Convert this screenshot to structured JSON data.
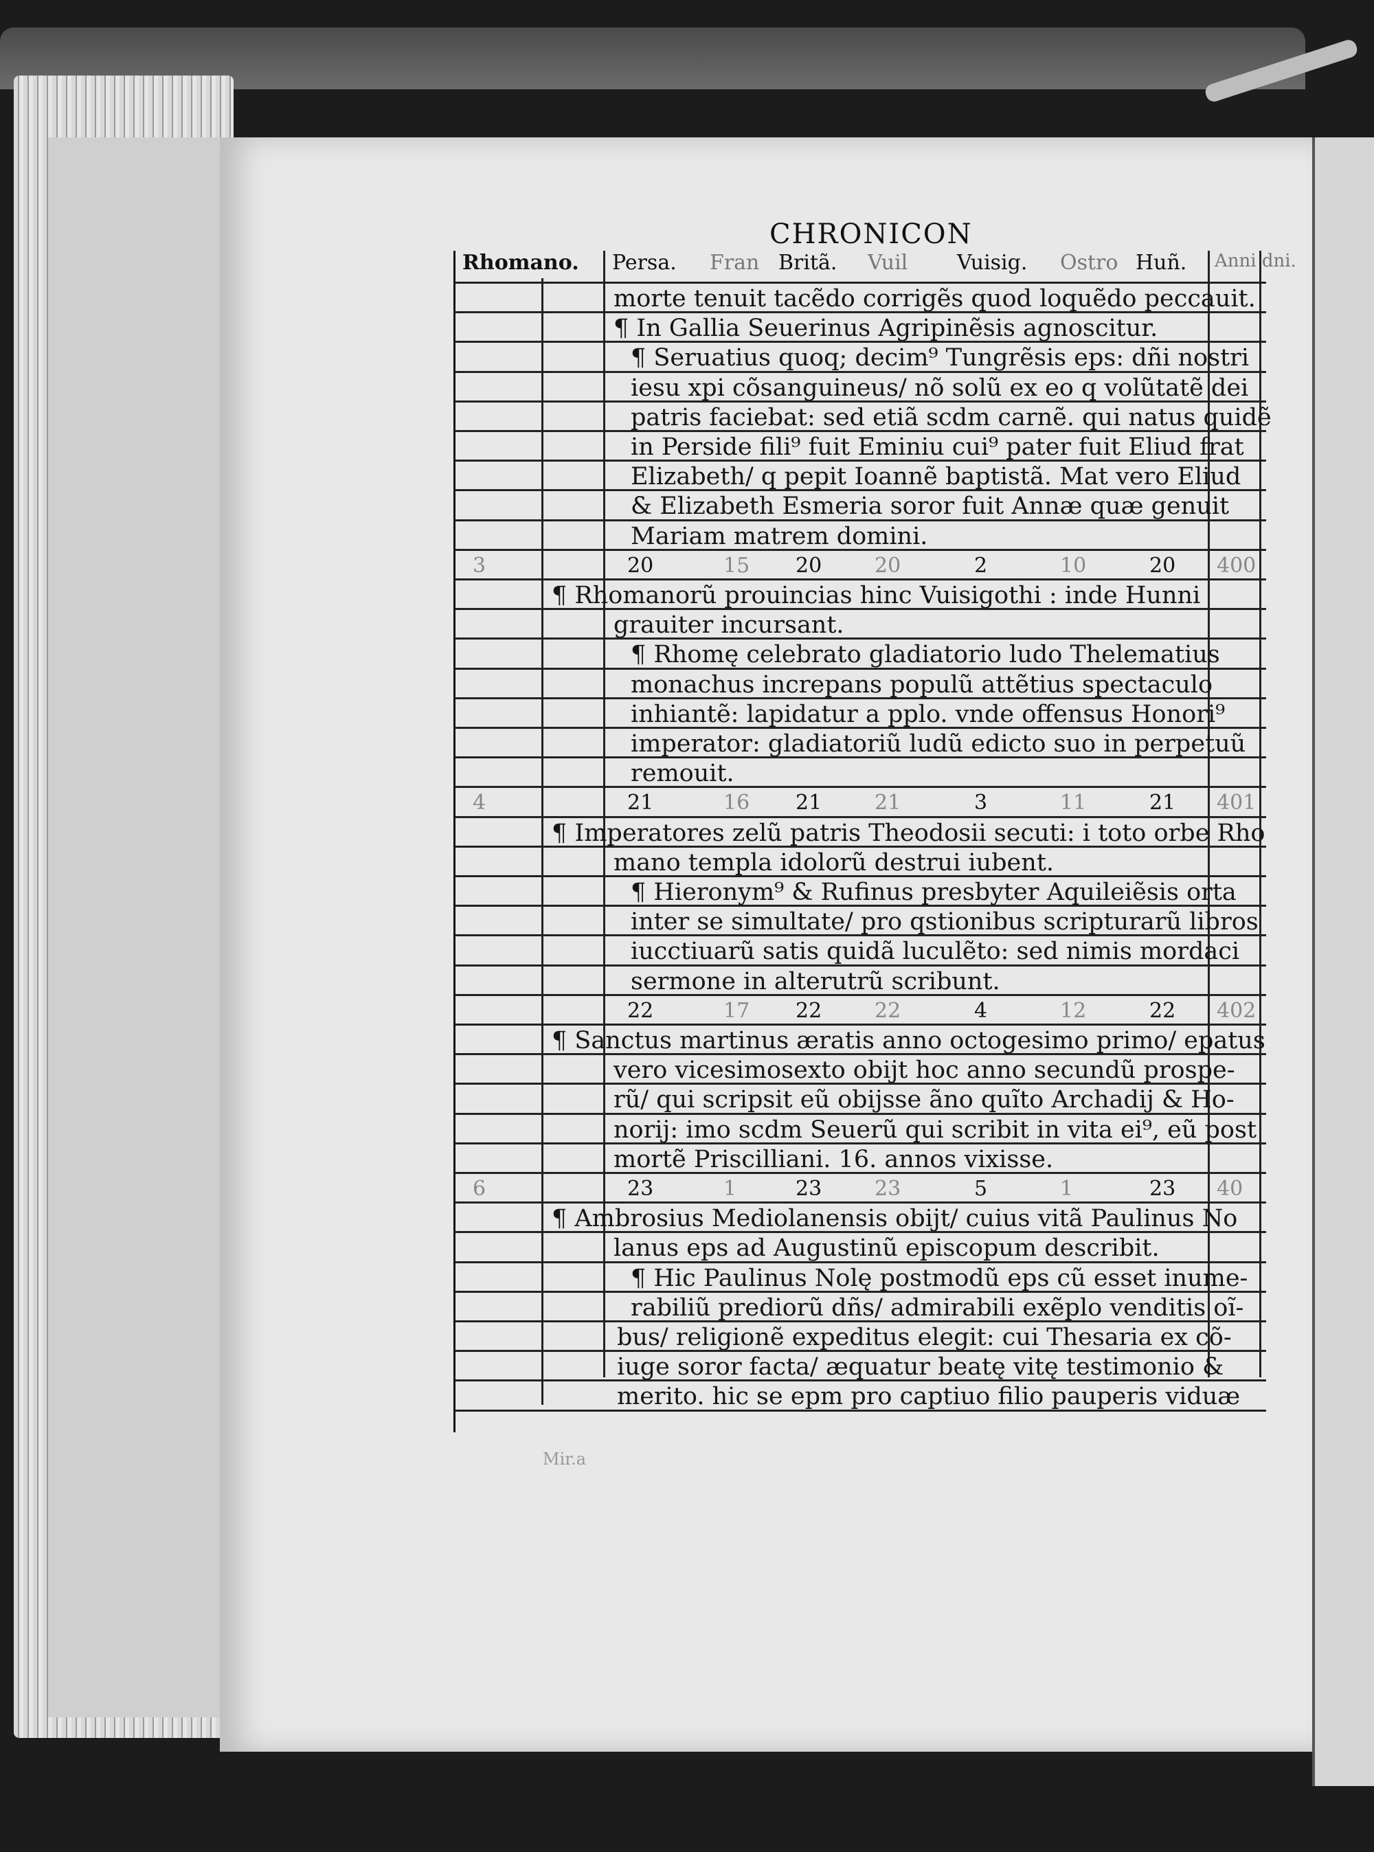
{
  "running_head": "CHRONICON",
  "columns": [
    "Rhomano.",
    "Persa.",
    "Fran",
    "Britã.",
    "Vuil",
    "Vuisig.",
    "Ostro",
    "Huñ.",
    "Anni dni."
  ],
  "text_lines": [
    "morte tenuit tacẽdo corrigẽs quod loquẽdo peccauit.",
    "In Gallia Seuerinus Agripinẽsis agnoscitur.",
    "Seruatius quoq; decim⁹ Tungrẽsis eps: dñi nostri",
    "iesu xpi cõsanguineus/ nõ solũ ex eo q volũtatẽ dei",
    "patris faciebat: sed etiã scdm carnẽ. qui natus quidẽ",
    "in Perside fili⁹ fuit Eminiu cui⁹ pater fuit Eliud frat",
    "Elizabeth/ q pepit Ioannẽ baptistã. Mat vero Eliud",
    "& Elizabeth Esmeria soror fuit Annæ quæ genuit",
    "Mariam matrem domini.",
    "Rhomanorũ prouincias hinc Vuisigothi : inde Hunni",
    "grauiter incursant.",
    "Rhomę celebrato gladiatorio ludo Thelematius",
    "monachus increpans populũ attẽtius spectaculo",
    "inhiantẽ: lapidatur a pplo. vnde offensus Honori⁹",
    "imperator: gladiatoriũ ludũ edicto suo in perpetuũ",
    "remouit.",
    "Imperatores zelũ patris Theodosii secuti: i toto orbe Rho",
    "mano templa idolorũ destrui iubent.",
    "Hieronym⁹ & Rufinus presbyter Aquileiẽsis orta",
    "inter se simultate/ pro qstionibus scripturarũ libros",
    "iucctiuarũ satis quidã luculẽto: sed nimis mordaci",
    "sermone in alterutrũ scribunt.",
    "Sanctus martinus æratis anno octogesimo primo/ epatus",
    "vero vicesimosexto obijt hoc anno secundũ prospe-",
    "rũ/ qui scripsit eũ obijsse ãno quĩto Archadij & Ho-",
    "norij: imo scdm Seuerũ qui scribit in vita ei⁹, eũ post",
    "mortẽ Priscilliani. 16. annos vixisse.",
    "Ambrosius Mediolanensis obijt/ cuius vitã Paulinus No",
    "lanus eps ad Augustinũ episcopum describit.",
    "Hic Paulinus Nolę postmodũ eps cũ esset inume-",
    "rabiliũ prediorũ dñs/ admirabili exẽplo venditis oĩ-",
    "bus/ religionẽ expeditus elegit: cui Thesaria ex cõ-",
    "iuge soror facta/ æquatur beatę vitę testimonio &",
    "merito. hic se epm pro captiuo filio pauperis viduæ"
  ],
  "year_rows": [
    [
      "3",
      "20",
      "15",
      "20",
      "20",
      "2",
      "10",
      "20",
      "400"
    ],
    [
      "4",
      "21",
      "16",
      "21",
      "21",
      "3",
      "11",
      "21",
      "401"
    ],
    [
      "",
      "22",
      "17",
      "22",
      "22",
      "4",
      "12",
      "22",
      "402"
    ],
    [
      "6",
      "23",
      "1",
      "23",
      "23",
      "5",
      "1",
      "23",
      "40"
    ]
  ],
  "bleed_text": "Mir.a"
}
